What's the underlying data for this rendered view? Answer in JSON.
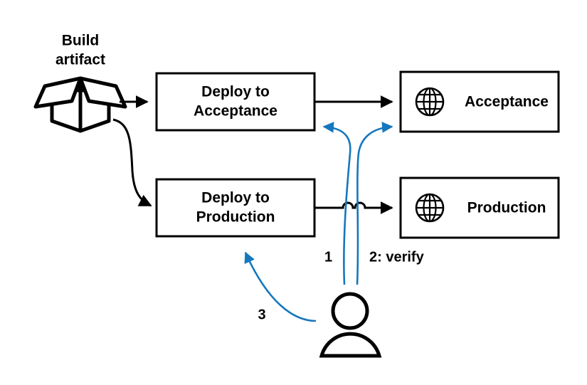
{
  "diagram": {
    "title_caption": {
      "line1": "Build",
      "line2": "artifact",
      "icon": "package-box-icon"
    },
    "nodes": [
      {
        "id": "deploy-acceptance",
        "line1": "Deploy to",
        "line2": "Acceptance"
      },
      {
        "id": "deploy-production",
        "line1": "Deploy to",
        "line2": "Production"
      },
      {
        "id": "acceptance",
        "label": "Acceptance",
        "icon": "globe-icon"
      },
      {
        "id": "production",
        "label": "Production",
        "icon": "globe-icon"
      }
    ],
    "step_labels": [
      {
        "id": "step-1",
        "text": "1"
      },
      {
        "id": "step-2",
        "text": "2: verify"
      },
      {
        "id": "step-3",
        "text": "3"
      }
    ],
    "actor": {
      "id": "user-actor",
      "icon": "person-icon"
    },
    "colors": {
      "accent_blue": "#1577bd",
      "stroke_black": "#000000",
      "background": "#ffffff"
    }
  }
}
